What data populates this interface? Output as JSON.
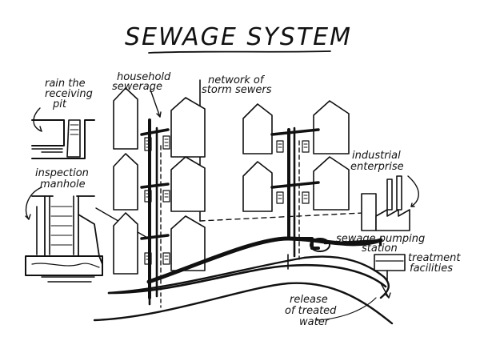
{
  "title": "SEWAGE SYSTEM",
  "labels": {
    "rain_receiving_pit": [
      "rain the",
      "receiving",
      "pit"
    ],
    "household_sewerage": [
      "household",
      "sewerage"
    ],
    "storm_sewers": [
      "network of",
      "storm sewers"
    ],
    "inspection_manhole": [
      "inspection",
      "manhole"
    ],
    "industrial_enterprise": [
      "industrial",
      "enterprise"
    ],
    "pumping_station": [
      "sewage pumping",
      "station"
    ],
    "treatment_facilities": [
      "treatment",
      "facilities"
    ],
    "treated_water": [
      "release",
      "of treated",
      "water"
    ]
  },
  "colors": {
    "ink": "#111111",
    "paper": "#ffffff"
  }
}
